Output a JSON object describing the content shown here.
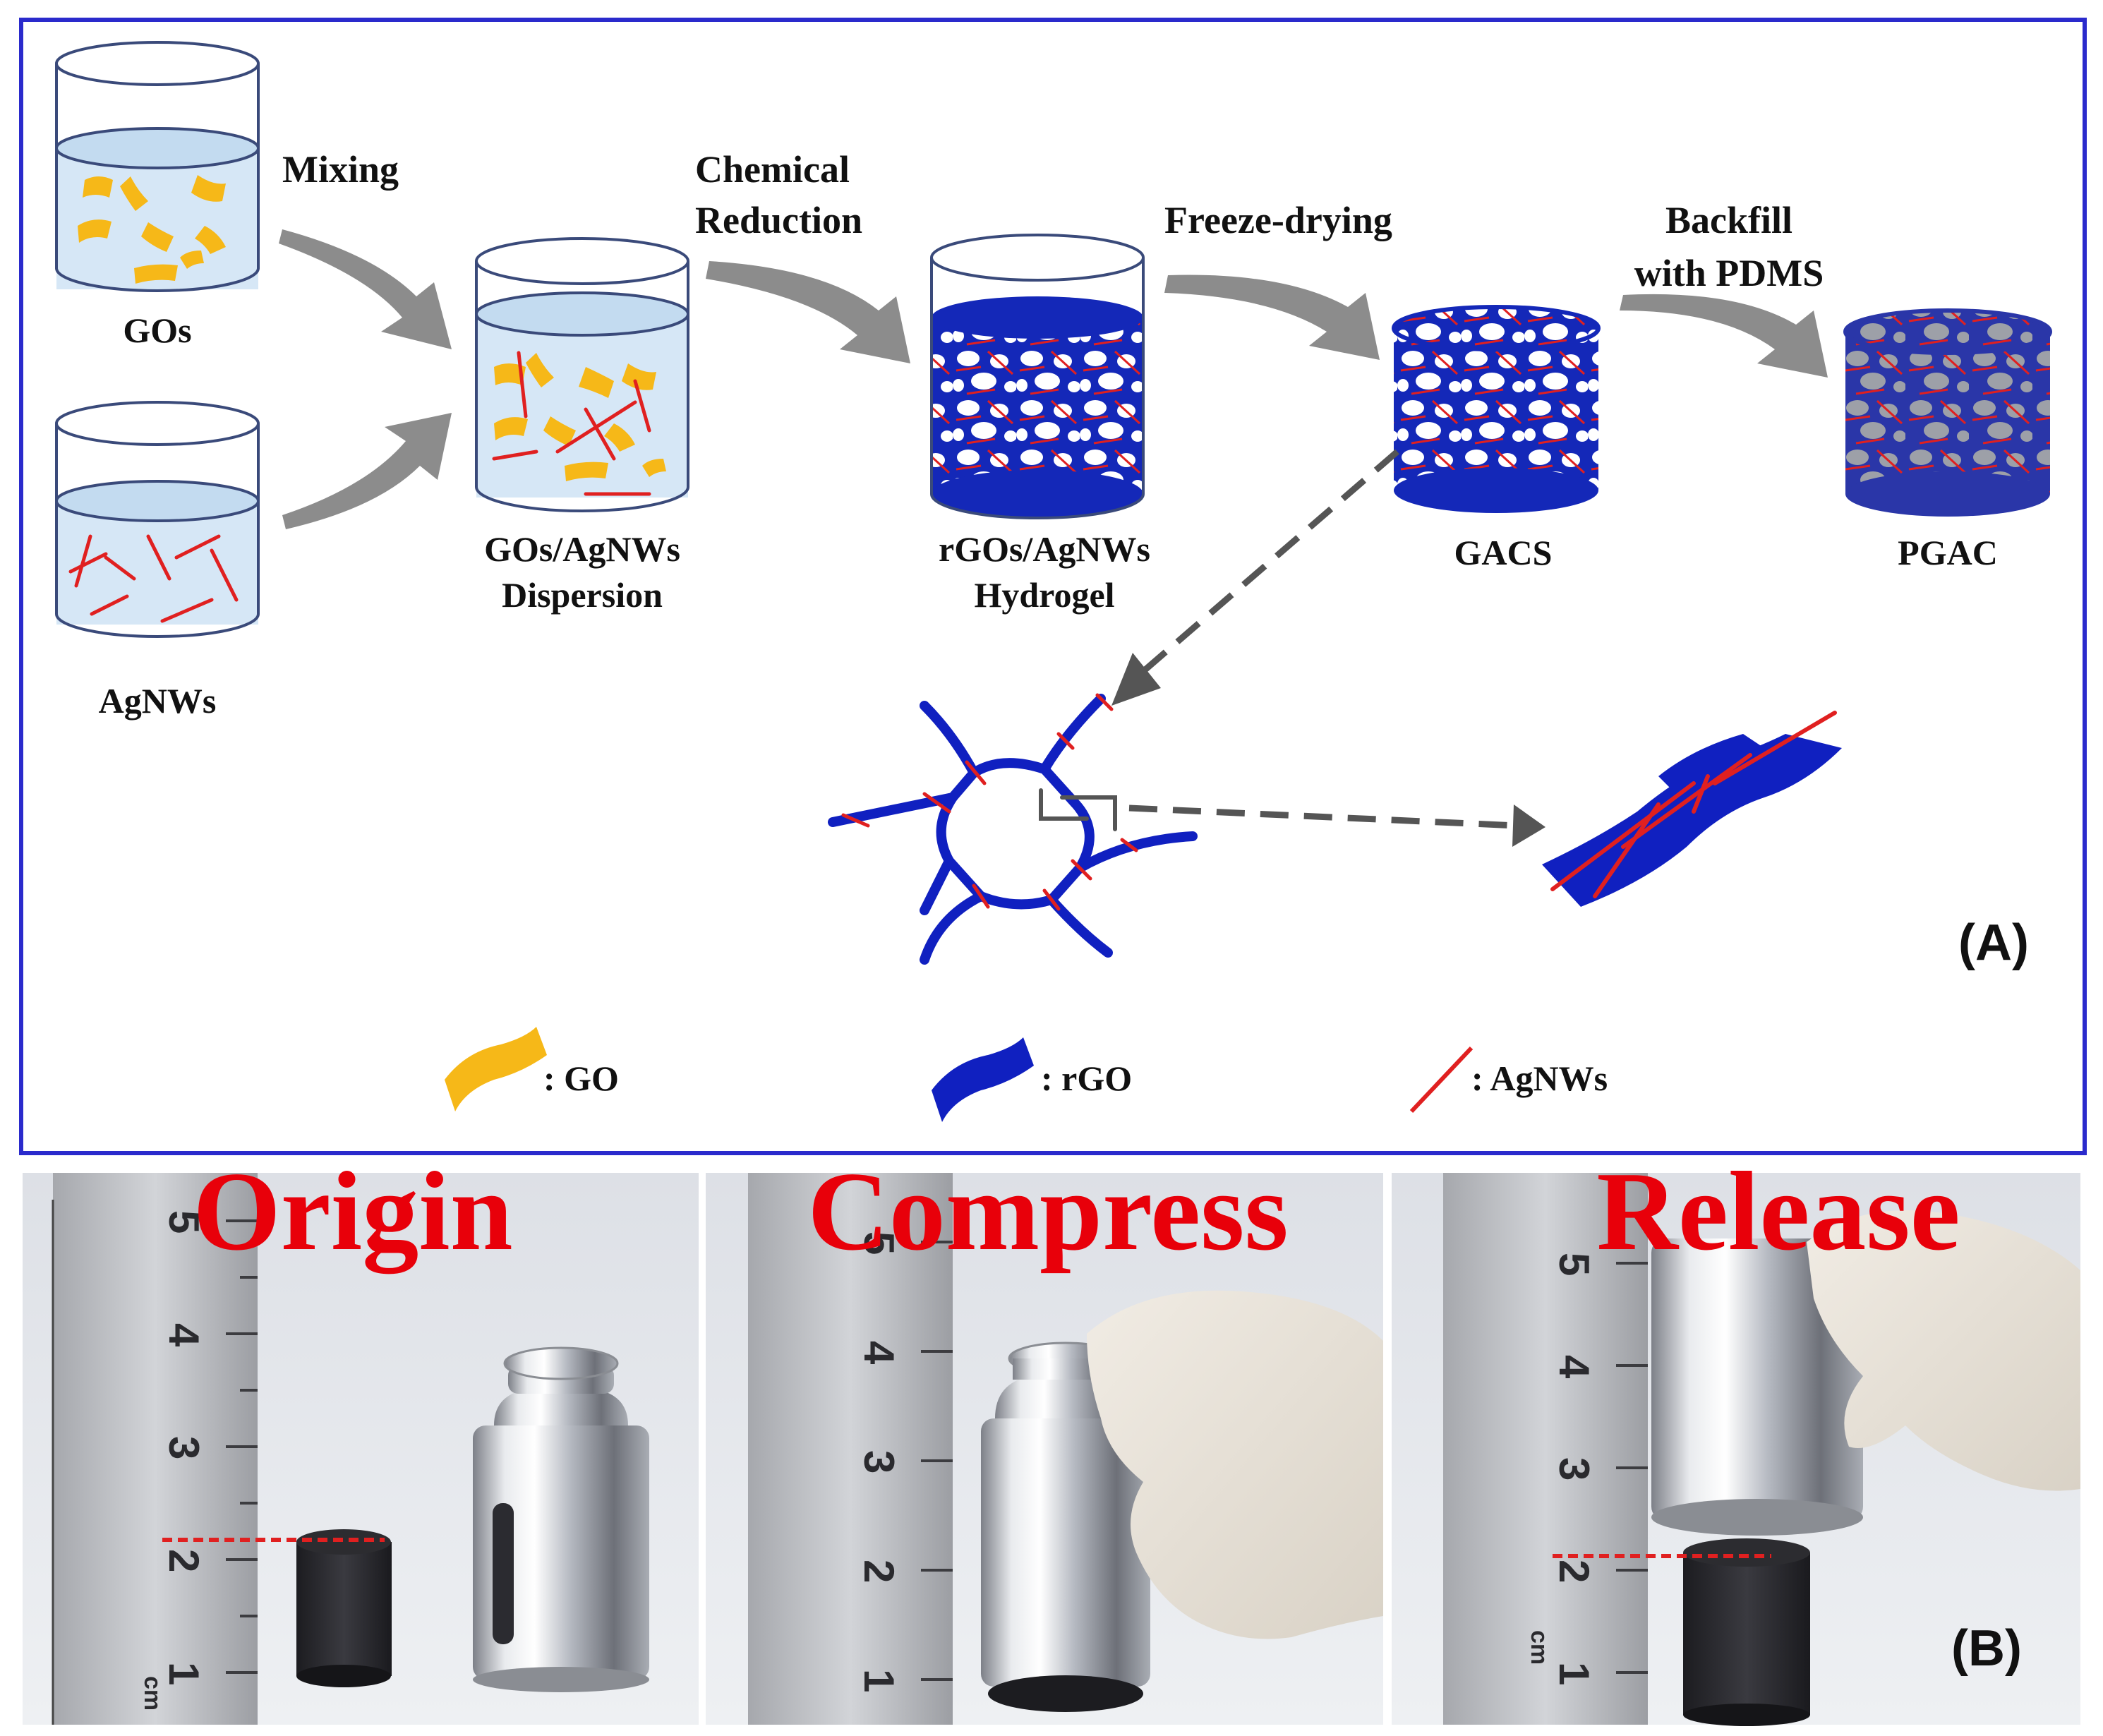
{
  "panel_a": {
    "steps": {
      "mixing": "Mixing",
      "chemical_reduction_1": "Chemical",
      "chemical_reduction_2": "Reduction",
      "freeze_drying": "Freeze-drying",
      "backfill_1": "Backfill",
      "backfill_2": "with PDMS"
    },
    "labels": {
      "gos": "GOs",
      "agnws": "AgNWs",
      "dispersion_1": "GOs/AgNWs",
      "dispersion_2": "Dispersion",
      "hydrogel_1": "rGOs/AgNWs",
      "hydrogel_2": "Hydrogel",
      "gacs": "GACS",
      "pgac": "PGAC"
    },
    "panel_label": "(A)",
    "legend": {
      "go": ": GO",
      "rgo": ": rGO",
      "agnws": ": AgNWs"
    },
    "colors": {
      "border": "#2a2acc",
      "go": "#f6b818",
      "rgo": "#1020c0",
      "agnws": "#e02020",
      "arrow": "#8c8c8c",
      "liquid": "#d6e7f6",
      "beaker_line": "#3a4a7a"
    }
  },
  "panel_b": {
    "captions": {
      "origin": "Origin",
      "compress": "Compress",
      "release": "Release"
    },
    "ruler": {
      "ticks": [
        "1",
        "2",
        "3",
        "4",
        "5"
      ],
      "unit": "cm"
    },
    "panel_label": "(B)",
    "colors": {
      "caption": "#e8000a",
      "dashed_marker": "#e02020",
      "foam": "#2a2a2e",
      "metal": "#c9ccd2"
    }
  }
}
